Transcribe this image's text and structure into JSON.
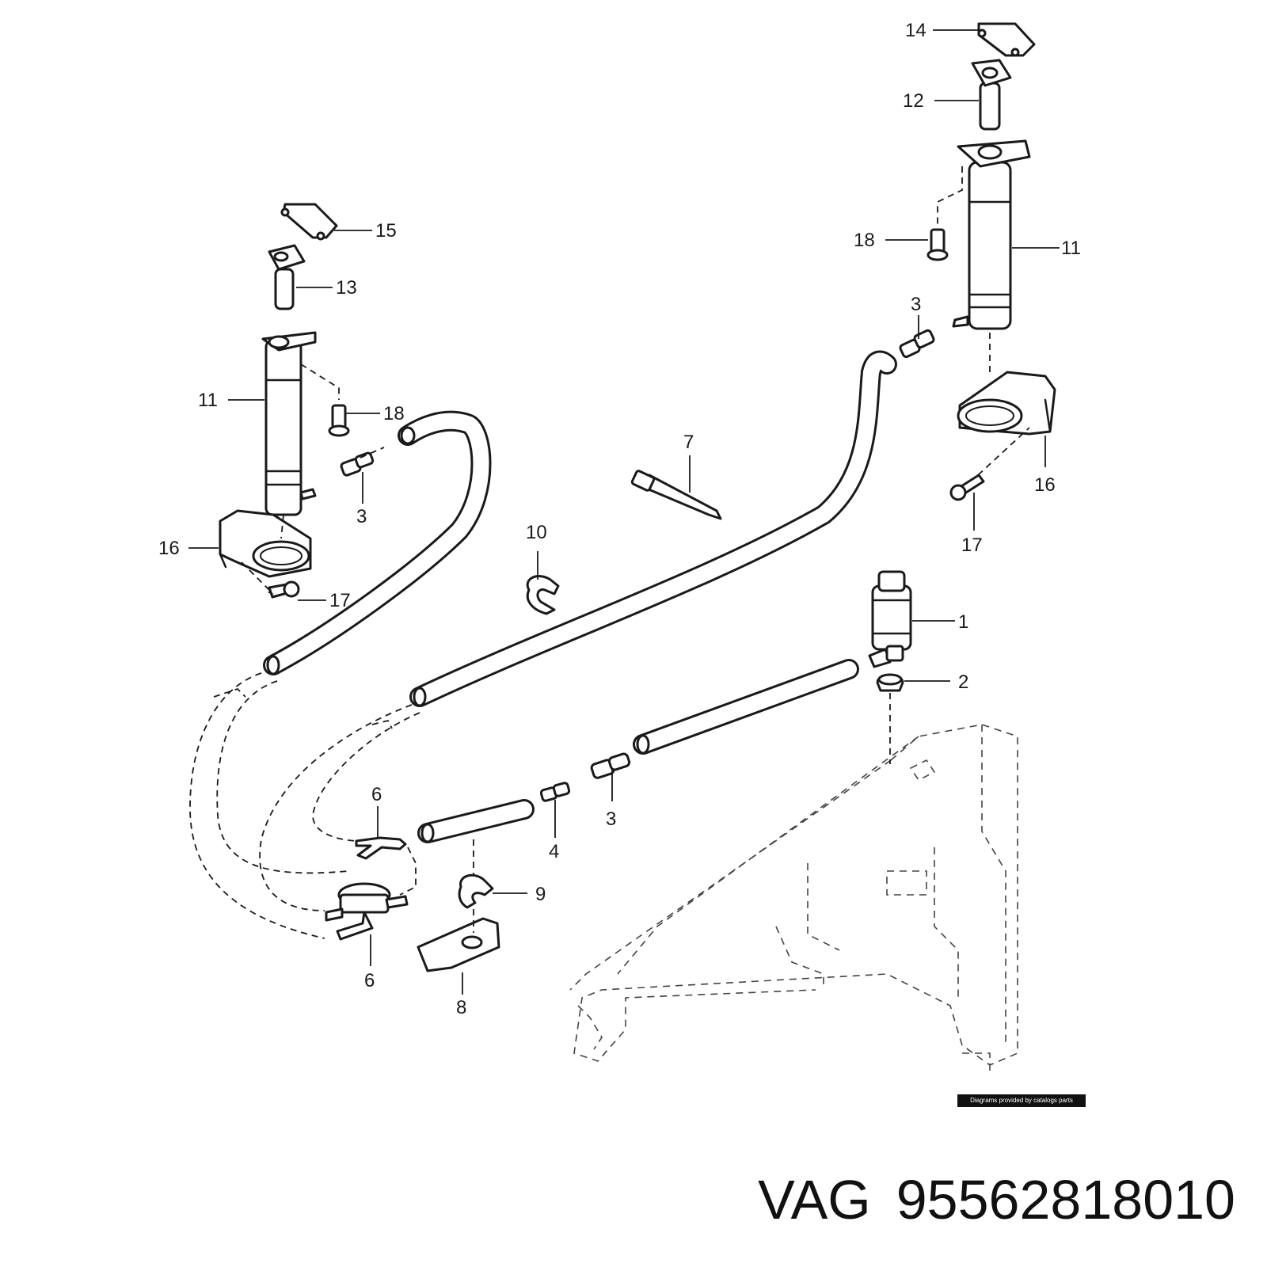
{
  "callouts": {
    "c1": "1",
    "c2": "2",
    "c3a": "3",
    "c3b": "3",
    "c3c": "3",
    "c4": "4",
    "c6a": "6",
    "c6b": "6",
    "c7": "7",
    "c8": "8",
    "c9": "9",
    "c10": "10",
    "c11a": "11",
    "c11b": "11",
    "c12": "12",
    "c13": "13",
    "c14": "14",
    "c15": "15",
    "c16a": "16",
    "c16b": "16",
    "c17a": "17",
    "c17b": "17",
    "c18a": "18",
    "c18b": "18"
  },
  "credit": "Diagrams provided by catalogs parts",
  "caption": {
    "brand": "VAG",
    "part_number": "95562818010"
  }
}
